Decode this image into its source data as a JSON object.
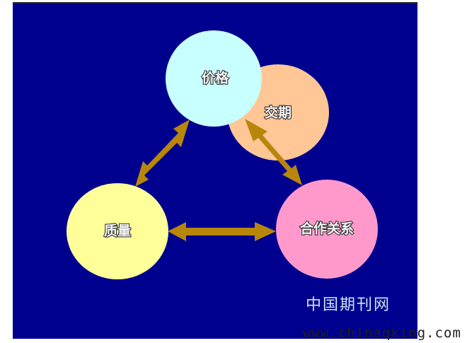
{
  "diagram": {
    "background_color": "#00008f",
    "arrow_color": "#b8860b",
    "nodes": {
      "price": {
        "label": "价格",
        "color": "#c8ffff"
      },
      "delivery": {
        "label": "交期",
        "color": "#ffc795"
      },
      "quality": {
        "label": "质量",
        "color": "#ffff99"
      },
      "partnership": {
        "label": "合作关系",
        "color": "#ff99cc"
      }
    },
    "arrows": [
      {
        "from": "price",
        "to": "quality",
        "bidirectional": true
      },
      {
        "from": "quality",
        "to": "partnership",
        "bidirectional": true
      },
      {
        "from": "delivery",
        "to": "partnership",
        "bidirectional": true
      }
    ]
  },
  "watermark": {
    "title": "中国期刊网",
    "url": "www.chinaqking.com"
  }
}
